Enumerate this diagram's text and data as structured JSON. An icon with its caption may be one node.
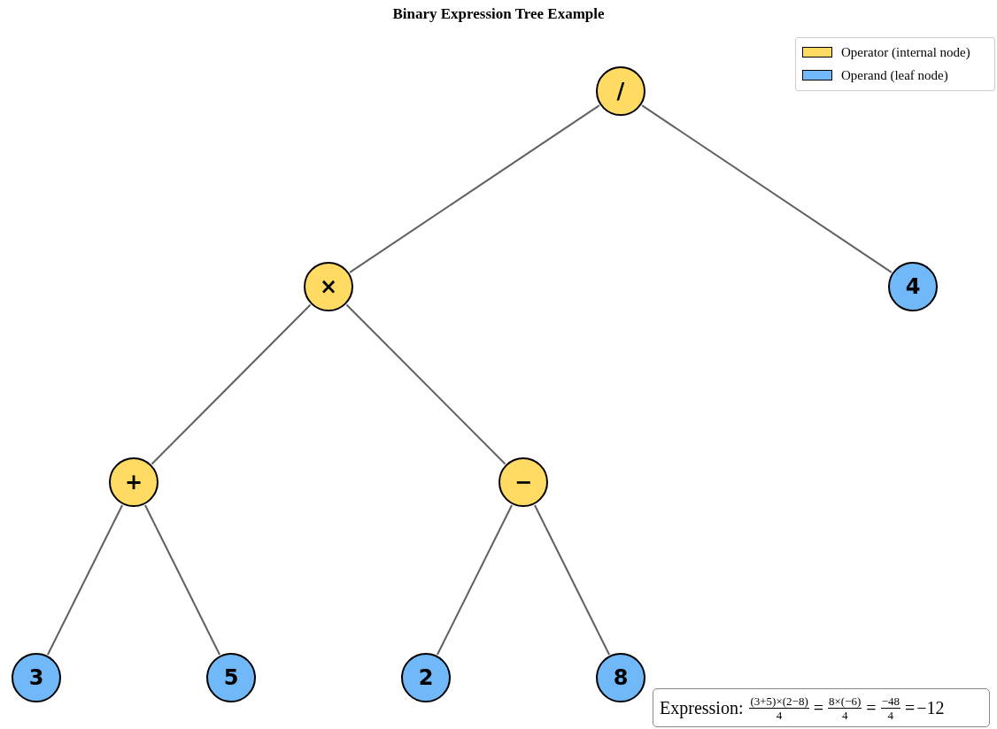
{
  "diagram": {
    "title": "Binary Expression Tree Example",
    "nodes": [
      {
        "text": [
          "/"
        ]
      },
      {
        "text": [
          "×"
        ]
      },
      {
        "text": [
          "4"
        ]
      },
      {
        "text": [
          "+"
        ]
      },
      {
        "text": [
          "−"
        ]
      },
      {
        "text": [
          "3"
        ]
      },
      {
        "text": [
          "5"
        ]
      },
      {
        "text": [
          "2"
        ]
      },
      {
        "text": [
          "8"
        ]
      }
    ],
    "edges": [
      {
        "from": 0,
        "to": 1,
        "arrow": "none"
      },
      {
        "from": 0,
        "to": 2,
        "arrow": "none"
      },
      {
        "from": 1,
        "to": 3,
        "arrow": "none"
      },
      {
        "from": 1,
        "to": 4,
        "arrow": "none"
      },
      {
        "from": 3,
        "to": 5,
        "arrow": "none"
      },
      {
        "from": 3,
        "to": 6,
        "arrow": "none"
      },
      {
        "from": 4,
        "to": 7,
        "arrow": "none"
      },
      {
        "from": 4,
        "to": 8,
        "arrow": "none"
      }
    ],
    "labels": [
      "Expression:",
      "(3+5)×(2−8)",
      "4",
      "=",
      "8×(−6)",
      "4",
      "=",
      "−48",
      "4",
      "=",
      "−12"
    ],
    "legend": [
      {
        "text": "Operator (internal node)",
        "color": "#ffdb63"
      },
      {
        "text": "Operand (leaf node)",
        "color": "#71b8f8"
      }
    ]
  }
}
